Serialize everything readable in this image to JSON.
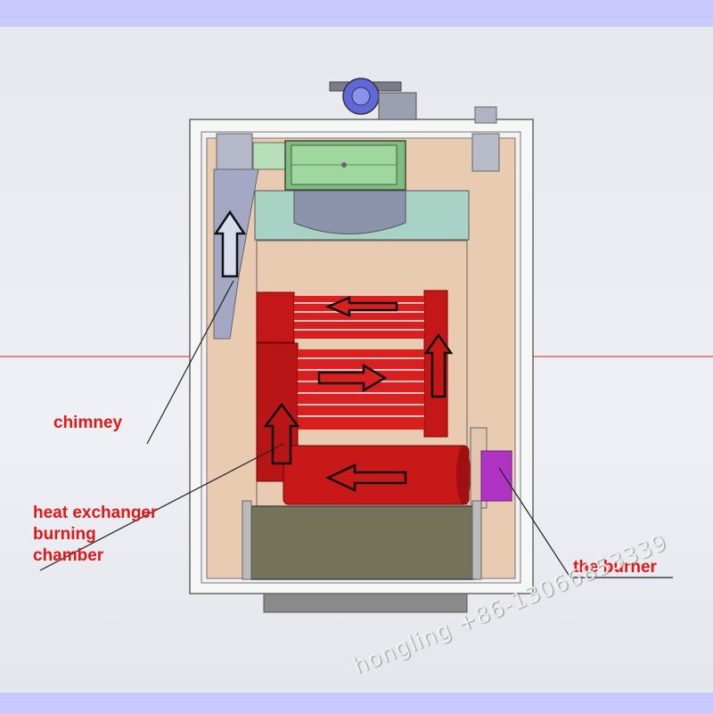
{
  "labels": {
    "chimney": "chimney",
    "heat_exchanger": "heat exchanger\nburning\nchamber",
    "burner": "the burner"
  },
  "watermark": "hongling +86-13066853339",
  "colors": {
    "label": "#e01818",
    "frame": "#f4f4f4",
    "body": "#e8c9b0",
    "tube": "#c81818",
    "water": "#a8d0c4",
    "ash": "#75745a",
    "fan": "#7c9c7c",
    "burner": "#b030c0",
    "chimney": "#a0a4bc",
    "guide": "#e02020"
  }
}
